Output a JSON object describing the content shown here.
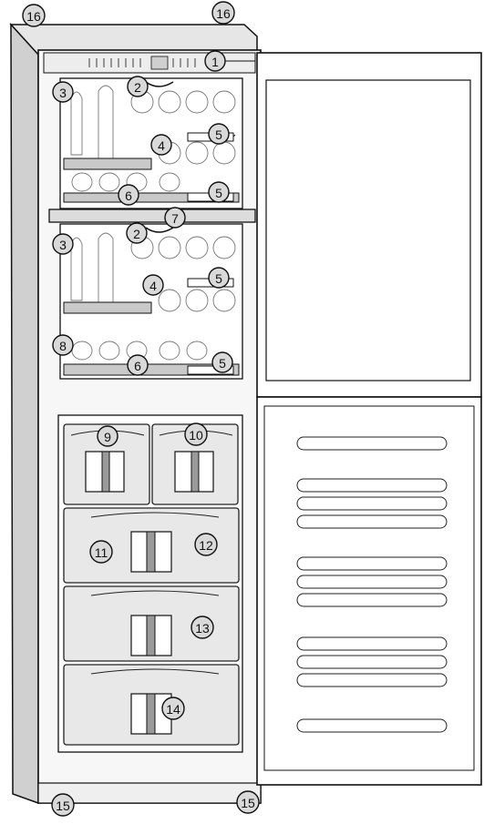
{
  "callouts": [
    {
      "label": "16"
    },
    {
      "label": "16"
    },
    {
      "label": "1"
    },
    {
      "label": "2"
    },
    {
      "label": "3"
    },
    {
      "label": "4"
    },
    {
      "label": "5"
    },
    {
      "label": "5"
    },
    {
      "label": "6"
    },
    {
      "label": "7"
    },
    {
      "label": "2"
    },
    {
      "label": "3"
    },
    {
      "label": "4"
    },
    {
      "label": "5"
    },
    {
      "label": "8"
    },
    {
      "label": "6"
    },
    {
      "label": "5"
    },
    {
      "label": "9"
    },
    {
      "label": "10"
    },
    {
      "label": "11"
    },
    {
      "label": "12"
    },
    {
      "label": "13"
    },
    {
      "label": "14"
    },
    {
      "label": "15"
    },
    {
      "label": "15"
    }
  ],
  "colors": {
    "outline": "#111111",
    "callout_fill": "#d9d9d9",
    "body": "#e6e6e6",
    "drawer": "#e8e8e8",
    "handle_bar": "#9a9a9a"
  }
}
